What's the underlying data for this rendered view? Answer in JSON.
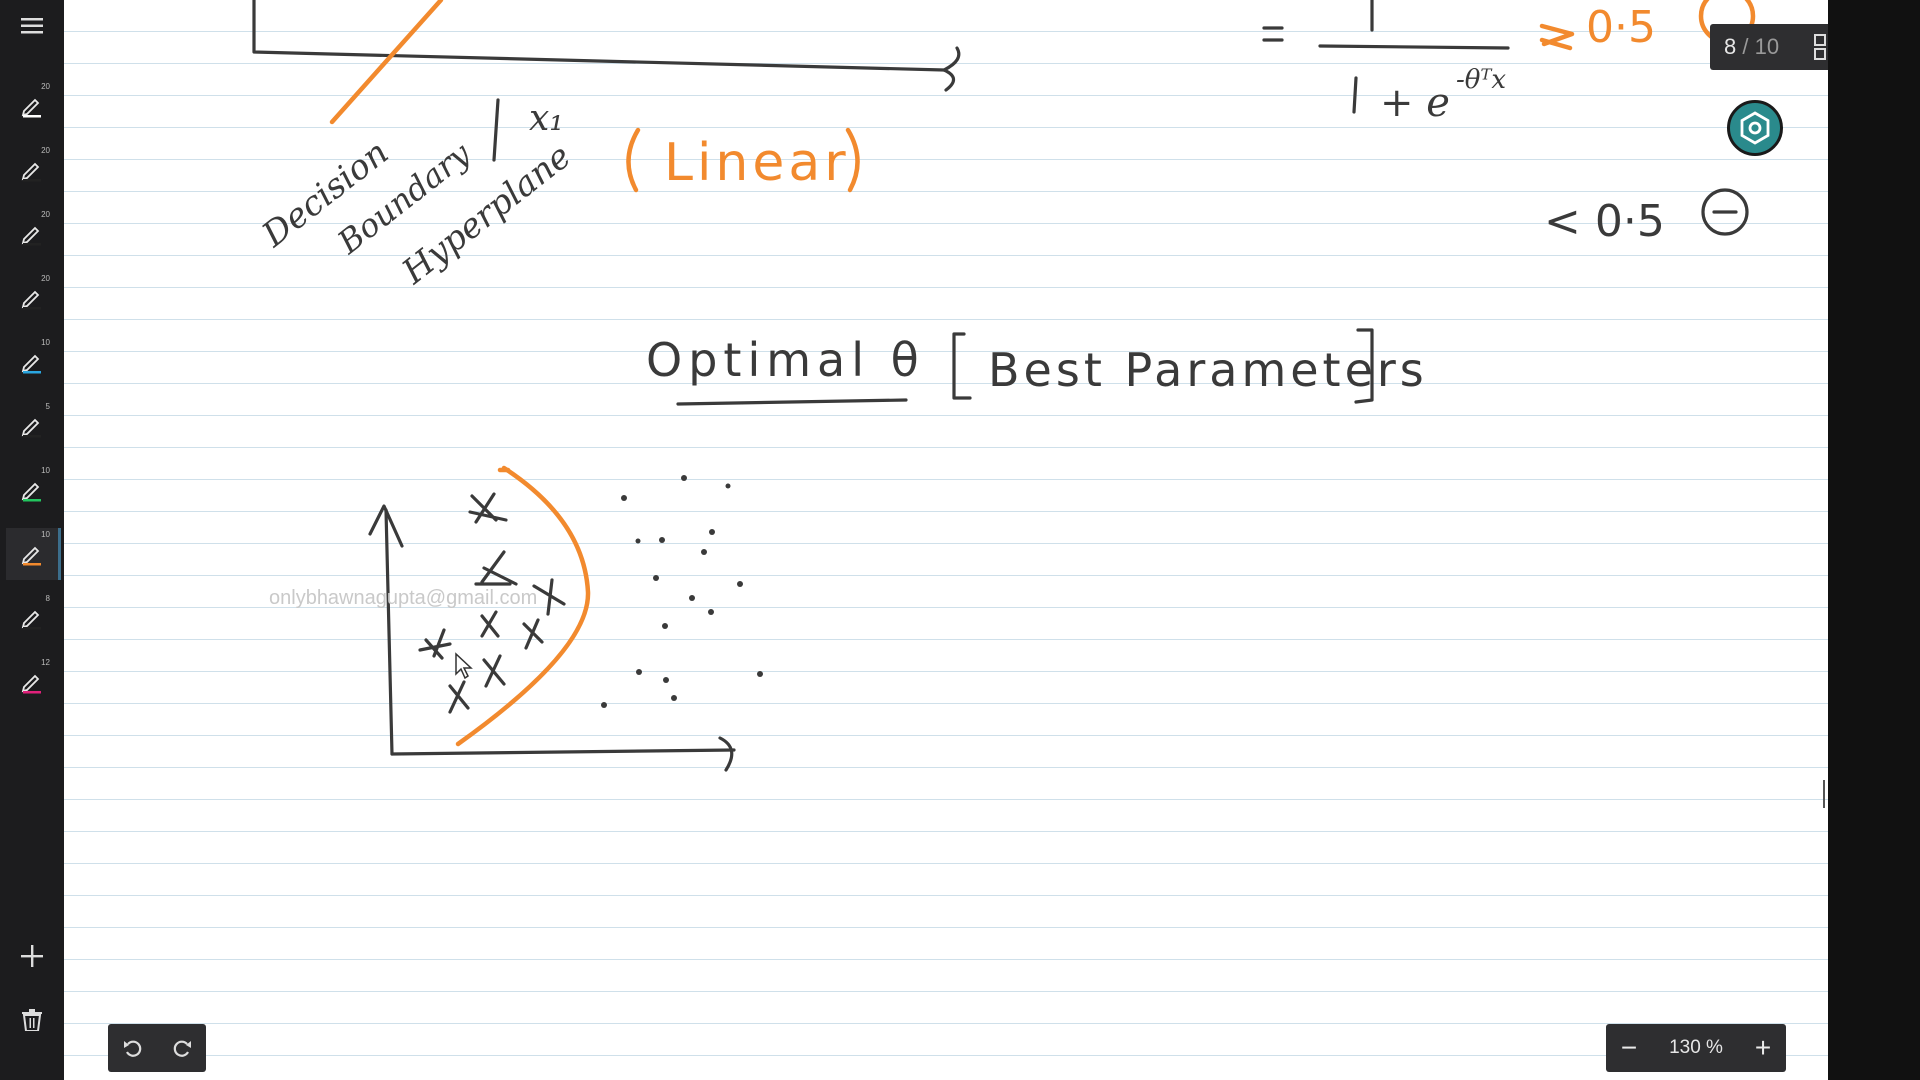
{
  "page_indicator": {
    "current": "8",
    "separator": "/",
    "total": "10"
  },
  "zoom": {
    "value": "130 %",
    "minus": "−",
    "plus": "+"
  },
  "watermark": "onlybhawnagupta@gmail.com",
  "sidebar": {
    "pens": [
      {
        "size": "20",
        "color": "#ffffff"
      },
      {
        "size": "20",
        "color": "#222222"
      },
      {
        "size": "20",
        "color": "#222222"
      },
      {
        "size": "20",
        "color": "#222222"
      },
      {
        "size": "10",
        "color": "#2aa6e0"
      },
      {
        "size": "5",
        "color": "#222222"
      },
      {
        "size": "10",
        "color": "#22c55e"
      },
      {
        "size": "10",
        "color": "#f28a2e"
      },
      {
        "size": "8",
        "color": "#222222"
      },
      {
        "size": "12",
        "color": "#e0207a"
      }
    ]
  },
  "colors": {
    "ink_dark": "#3a3a3a",
    "ink_orange": "#f28a2e",
    "accent_teal": "#2a8a8c"
  }
}
